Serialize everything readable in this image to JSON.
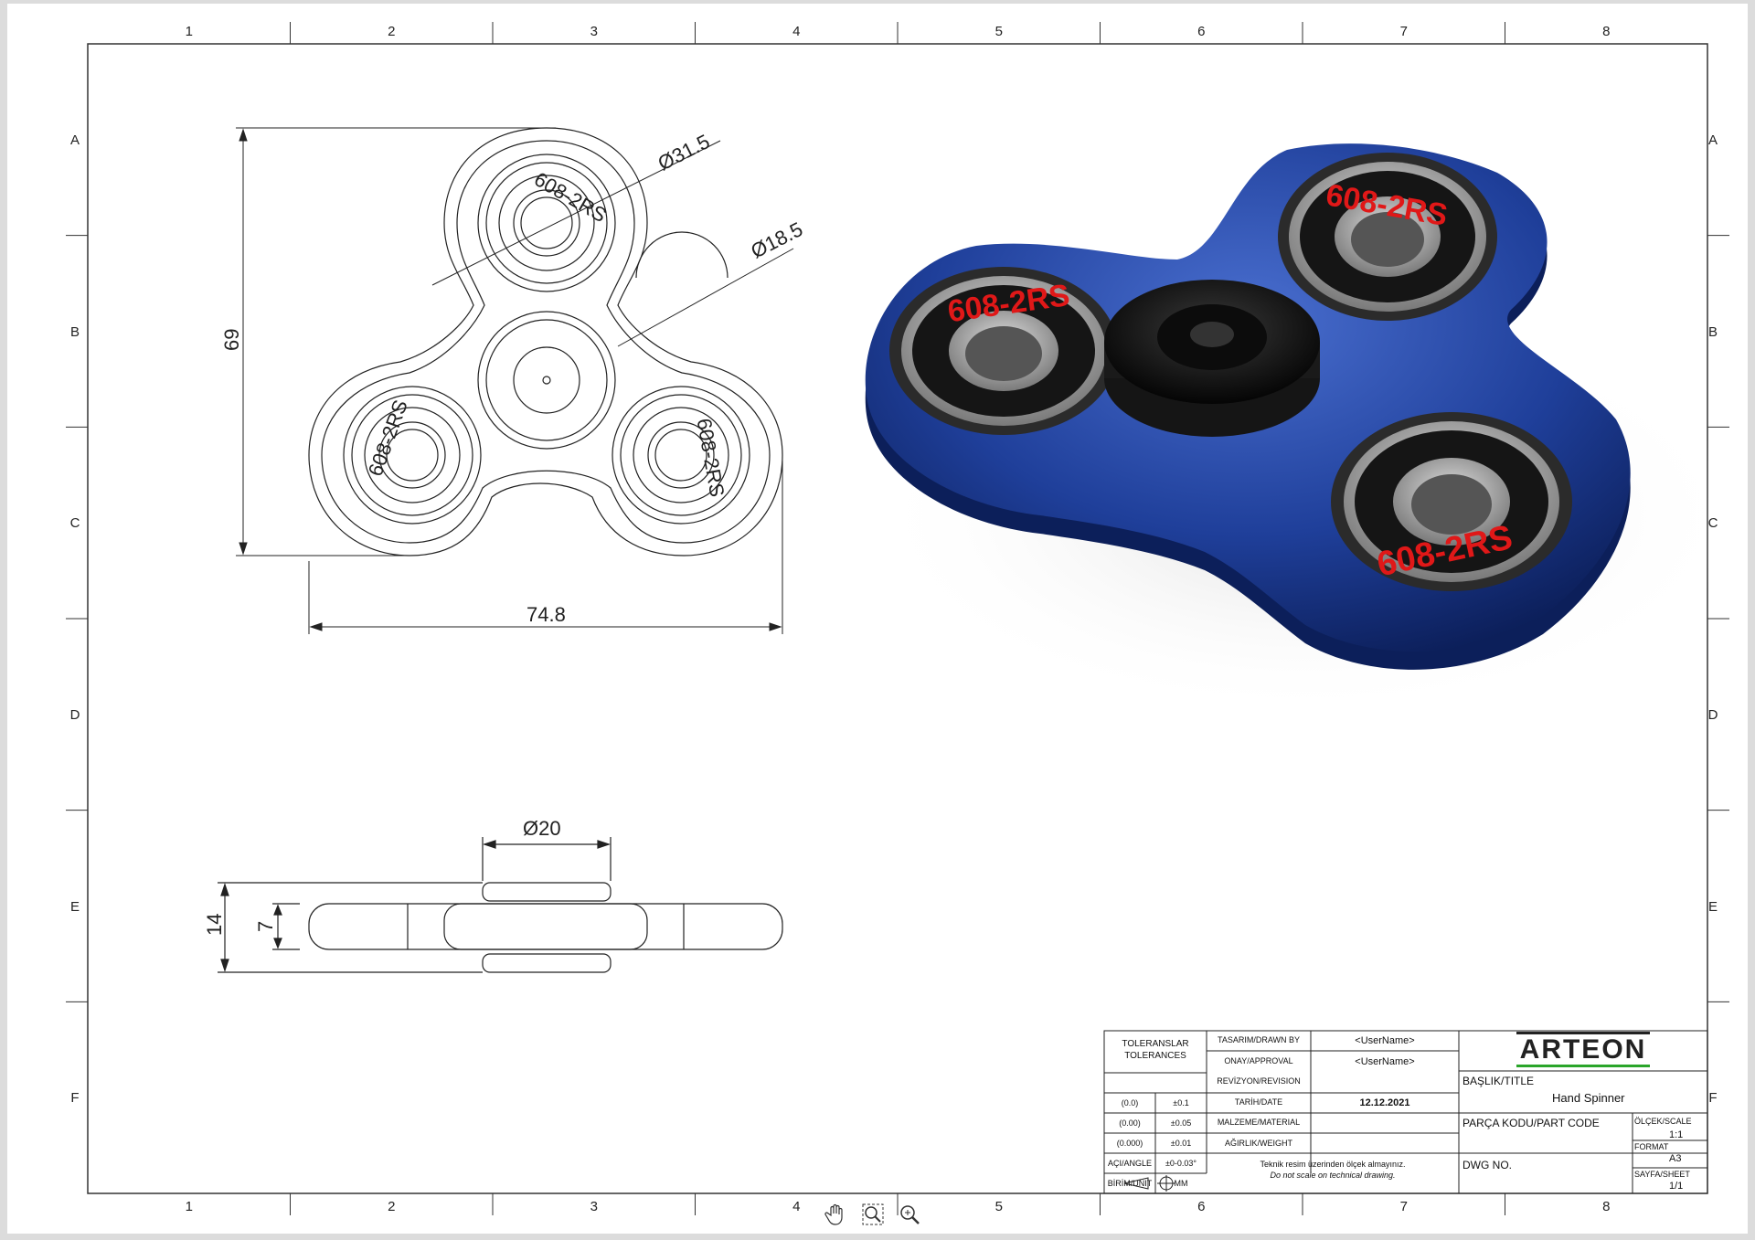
{
  "zones": {
    "columns": [
      "1",
      "2",
      "3",
      "4",
      "5",
      "6",
      "7",
      "8"
    ],
    "rows": [
      "A",
      "B",
      "C",
      "D",
      "E",
      "F"
    ]
  },
  "dimensions": {
    "d_outer_bearing": "Ø31.5",
    "d_inner_bore": "Ø18.5",
    "height": "69",
    "width": "74.8",
    "cap_diameter": "Ø20",
    "total_thickness": "14",
    "body_thickness": "7"
  },
  "bearing_label": "608-2RS",
  "title_block": {
    "tolerances_tr": "TOLERANSLAR",
    "tolerances_en": "TOLERANCES",
    "tol_rows": [
      {
        "key": "(0.0)",
        "val": "±0.1"
      },
      {
        "key": "(0.00)",
        "val": "±0.05"
      },
      {
        "key": "(0.000)",
        "val": "±0.01"
      },
      {
        "key": "AÇI/ANGLE",
        "val": "±0-0.03°"
      },
      {
        "key": "BİRİM/UNIT",
        "val": "MM"
      }
    ],
    "fields": [
      {
        "label": "TASARIM/DRAWN BY",
        "value": "<UserName>"
      },
      {
        "label": "ONAY/APPROVAL",
        "value": "<UserName>"
      },
      {
        "label": "REVİZYON/REVISION",
        "value": ""
      },
      {
        "label": "TARİH/DATE",
        "value": "12.12.2021"
      },
      {
        "label": "MALZEME/MATERIAL",
        "value": ""
      },
      {
        "label": "AĞIRLIK/WEIGHT",
        "value": ""
      }
    ],
    "note_tr": "Teknik resim üzerinden ölçek almayınız.",
    "note_en": "Do not scale on technical drawing.",
    "logo": "ARTEON",
    "title_label": "BAŞLIK/TITLE",
    "title_value": "Hand Spinner",
    "part_code_label": "PARÇA KODU/PART CODE",
    "scale_label": "ÖLÇEK/SCALE",
    "scale_value": "1:1",
    "format_label": "FORMAT",
    "format_value": "A3",
    "dwg_label": "DWG NO.",
    "sheet_label": "SAYFA/SHEET",
    "sheet_value": "1/1"
  },
  "toolbar": {
    "items": [
      "hand-icon",
      "zoom-window-icon",
      "zoom-icon"
    ]
  },
  "colors": {
    "body_blue": "#1f3f9a",
    "bearing_red": "#e01818",
    "logo_green": "#2aa52a"
  }
}
